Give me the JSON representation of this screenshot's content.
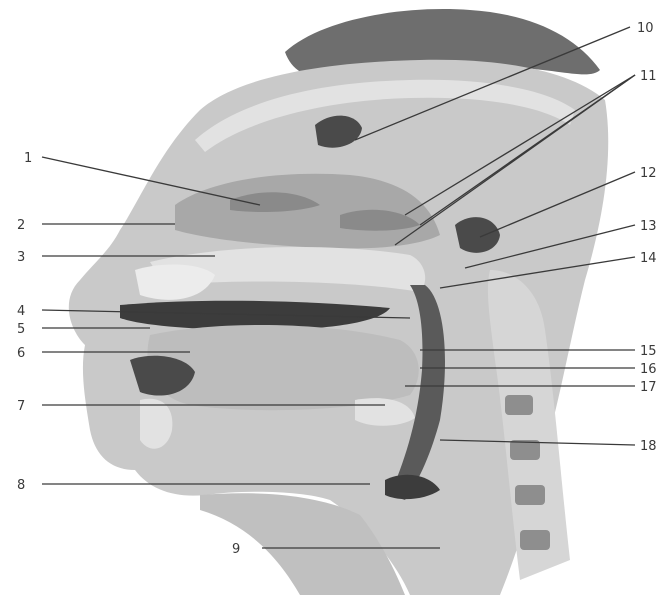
{
  "labels": [
    "1",
    "2",
    "3",
    "4",
    "5",
    "6",
    "7",
    "8",
    "9",
    "10",
    "11",
    "12",
    "13",
    "14",
    "15",
    "16",
    "17",
    "18"
  ],
  "colors": {
    "background": "#ffffff",
    "skin": "#c9c9c9",
    "tissue": "#b4b4b4",
    "dark": "#4a4a4a",
    "hair": "#6e6e6e",
    "bone": "#e2e2e2",
    "line": "#3a3a3a"
  }
}
